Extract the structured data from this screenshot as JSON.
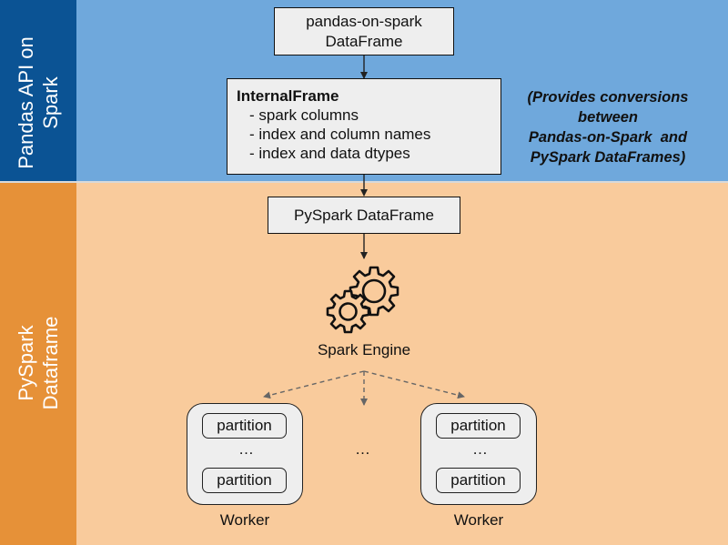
{
  "layers": {
    "pandas_api": {
      "label_line1": "Pandas API on",
      "label_line2": "Spark",
      "band_color": "#6fa8dc",
      "label_color": "#0b5394"
    },
    "pyspark": {
      "label_line1": "PySpark",
      "label_line2": "Dataframe",
      "band_color": "#f9cb9c",
      "label_color": "#e69138"
    }
  },
  "nodes": {
    "pandas_df": {
      "line1": "pandas-on-spark",
      "line2": "DataFrame"
    },
    "internal_frame": {
      "title": "InternalFrame",
      "items": [
        "- spark columns",
        "- index and column names",
        "- index and data dtypes"
      ]
    },
    "pyspark_df": {
      "label": "PySpark DataFrame"
    },
    "engine": {
      "label": "Spark Engine",
      "icon": "gears-icon"
    }
  },
  "note": {
    "line1": "(Provides conversions",
    "line2": "between",
    "line3": "Pandas-on-Spark  and",
    "line4": "PySpark DataFrames)"
  },
  "workers": [
    {
      "label": "Worker",
      "partitions": [
        "partition",
        "partition"
      ],
      "ellipsis": "…"
    },
    {
      "label": "Worker",
      "partitions": [
        "partition",
        "partition"
      ],
      "ellipsis": "…"
    }
  ],
  "between_workers": "…"
}
